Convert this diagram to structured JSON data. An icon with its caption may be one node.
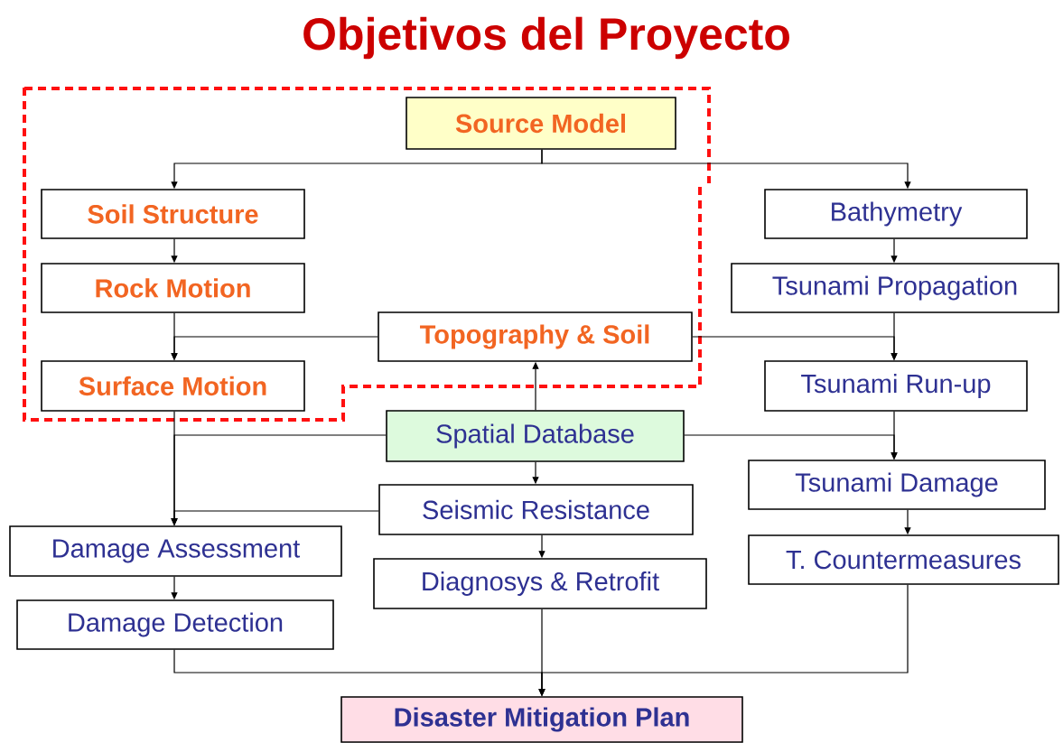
{
  "diagram": {
    "title": "Objetivos del Proyecto",
    "nodes": [
      {
        "text": [
          "Source Model"
        ]
      },
      {
        "text": [
          "Soil Structure"
        ]
      },
      {
        "text": [
          "Rock Motion"
        ]
      },
      {
        "text": [
          "Surface Motion"
        ]
      },
      {
        "text": [
          "Topography & Soil"
        ]
      },
      {
        "text": [
          "Bathymetry"
        ]
      },
      {
        "text": [
          "Tsunami Propagation"
        ]
      },
      {
        "text": [
          "Tsunami Run-up"
        ]
      },
      {
        "text": [
          "Spatial Database"
        ]
      },
      {
        "text": [
          "Tsunami Damage"
        ]
      },
      {
        "text": [
          "Seismic Resistance"
        ]
      },
      {
        "text": [
          "Damage Assessment"
        ]
      },
      {
        "text": [
          "Diagnosys & Retrofit"
        ]
      },
      {
        "text": [
          "T. Countermeasures"
        ]
      },
      {
        "text": [
          "Damage Detection"
        ]
      },
      {
        "text": [
          "Disaster Mitigation Plan"
        ]
      }
    ],
    "edges": [
      {
        "from": 0,
        "to": 1,
        "arrow": "to"
      },
      {
        "from": 0,
        "to": 5,
        "arrow": "to"
      },
      {
        "from": 1,
        "to": 2,
        "arrow": "to"
      },
      {
        "from": 2,
        "to": 3,
        "arrow": "to"
      },
      {
        "from": 4,
        "to": 3,
        "arrow": "to"
      },
      {
        "from": 4,
        "to": 7,
        "arrow": "to"
      },
      {
        "from": 8,
        "to": 4,
        "arrow": "to"
      },
      {
        "from": 8,
        "to": 11,
        "arrow": "to"
      },
      {
        "from": 8,
        "to": 9,
        "arrow": "to"
      },
      {
        "from": 5,
        "to": 6,
        "arrow": "to"
      },
      {
        "from": 6,
        "to": 7,
        "arrow": "to"
      },
      {
        "from": 7,
        "to": 9,
        "arrow": "to"
      },
      {
        "from": 9,
        "to": 13,
        "arrow": "to"
      },
      {
        "from": 8,
        "to": 10,
        "arrow": "to"
      },
      {
        "from": 3,
        "to": 11,
        "arrow": "to"
      },
      {
        "from": 10,
        "to": 11,
        "arrow": "to"
      },
      {
        "from": 10,
        "to": 12,
        "arrow": "to"
      },
      {
        "from": 11,
        "to": 14,
        "arrow": "to"
      },
      {
        "from": 14,
        "to": 15,
        "arrow": "to"
      },
      {
        "from": 12,
        "to": 15,
        "arrow": "to"
      },
      {
        "from": 13,
        "to": 15,
        "arrow": "to"
      }
    ]
  }
}
